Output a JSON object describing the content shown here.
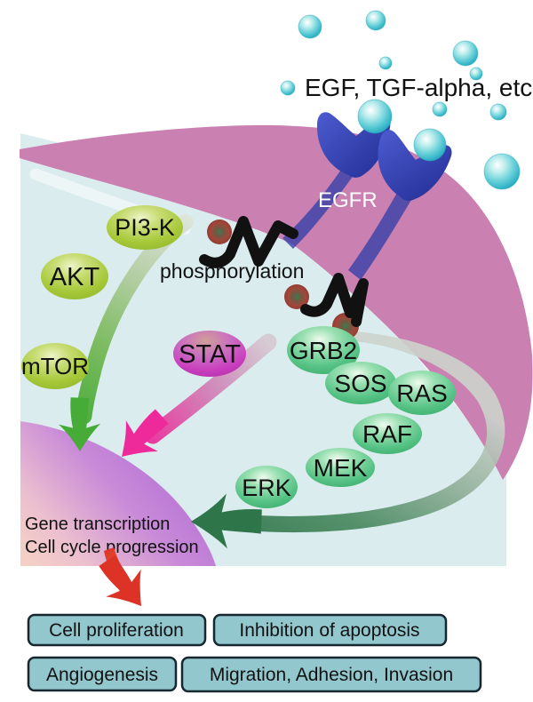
{
  "diagram": {
    "ligands_label": "EGF, TGF-alpha, etc",
    "receptor_label": "EGFR",
    "process_label": "phosphorylation",
    "proteins": {
      "pi3k": "PI3-K",
      "akt": "AKT",
      "mtor": "mTOR",
      "stat": "STAT",
      "grb2": "GRB2",
      "sos": "SOS",
      "ras": "RAS",
      "raf": "RAF",
      "mek": "MEK",
      "erk": "ERK"
    },
    "nucleus": {
      "line1": "Gene transcription",
      "line2": "Cell cycle progression"
    },
    "outcomes": [
      "Cell proliferation",
      "Inhibition of apoptosis",
      "Angiogenesis",
      "Migration, Adhesion, Invasion"
    ],
    "colors": {
      "membrane_pink": "#ca80b1",
      "cytoplasm": "#dbecee",
      "nucleus_violet": "#ae68d4",
      "nucleus_pink": "#f4cfc6",
      "receptor_blue": "#2c38a8",
      "ligand_cyan": "#2cb0c4",
      "kinase_oval_green": "#a6c838",
      "effector_oval_green": "#57c386",
      "stat_magenta": "#c93fbe",
      "phospho_red": "#a2463a",
      "arrow_green": "#4fae3f",
      "arrow_pink": "#ee2a9a",
      "arrow_dark_green": "#2e7549",
      "arrow_red_orange": "#e04030",
      "outcome_box_fill": "#93c7ce"
    }
  }
}
